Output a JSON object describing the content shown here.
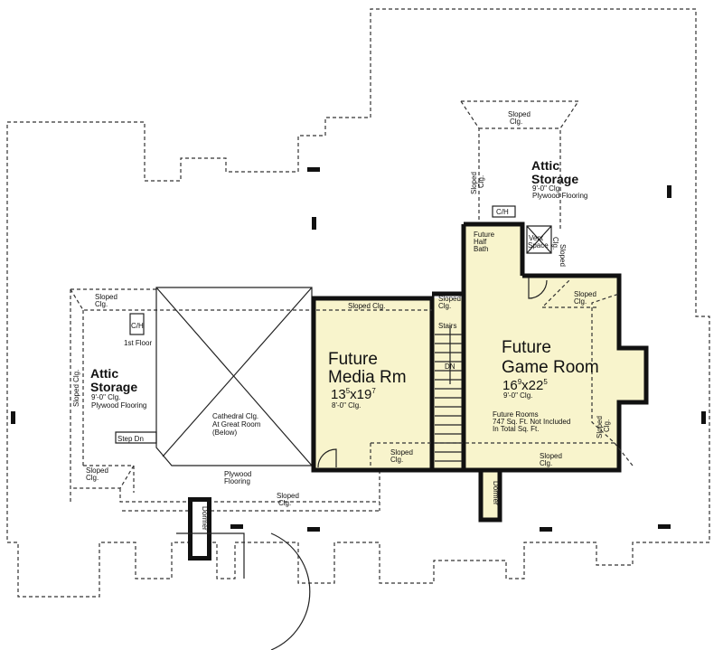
{
  "media_room": {
    "name_line1": "Future",
    "name_line2": "Media Rm",
    "dim_w": "13",
    "dim_w_sup": "5",
    "dim_x": "x",
    "dim_l": "19",
    "dim_l_sup": "7",
    "ceiling": "8'-0\" Clg."
  },
  "game_room": {
    "name_line1": "Future",
    "name_line2": "Game Room",
    "dim_w": "16",
    "dim_w_sup": "9",
    "dim_x": "x",
    "dim_l": "22",
    "dim_l_sup": "5",
    "ceiling": "9'-0\" Clg.",
    "note_line1": "Future Rooms",
    "note_line2": "747 Sq. Ft. Not Included",
    "note_line3": "In Total Sq. Ft."
  },
  "attic_left": {
    "line1": "Attic",
    "line2": "Storage",
    "ceiling": "9'-0\" Clg.",
    "floor": "Plywood Flooring"
  },
  "attic_right": {
    "line1": "Attic",
    "line2": "Storage",
    "ceiling": "9'-0\" Clg.",
    "floor": "Plywood Flooring"
  },
  "half_bath": {
    "line1": "Future",
    "line2": "Half",
    "line3": "Bath"
  },
  "vent_space": {
    "line1": "Vent",
    "line2": "Space"
  },
  "stairs": {
    "label": "Stairs",
    "direction": "DN"
  },
  "cathedral": {
    "line1": "Cathedral Clg.",
    "line2": "At Great Room",
    "line3": "(Below)"
  },
  "labels": {
    "sloped": "Sloped",
    "clg": "Clg.",
    "sloped_clg": "Sloped Clg.",
    "ch": "C/H",
    "first_floor": "1st Floor",
    "step_dn": "Step Dn",
    "plywood": "Plywood",
    "flooring": "Flooring",
    "dormer": "Dormer"
  }
}
